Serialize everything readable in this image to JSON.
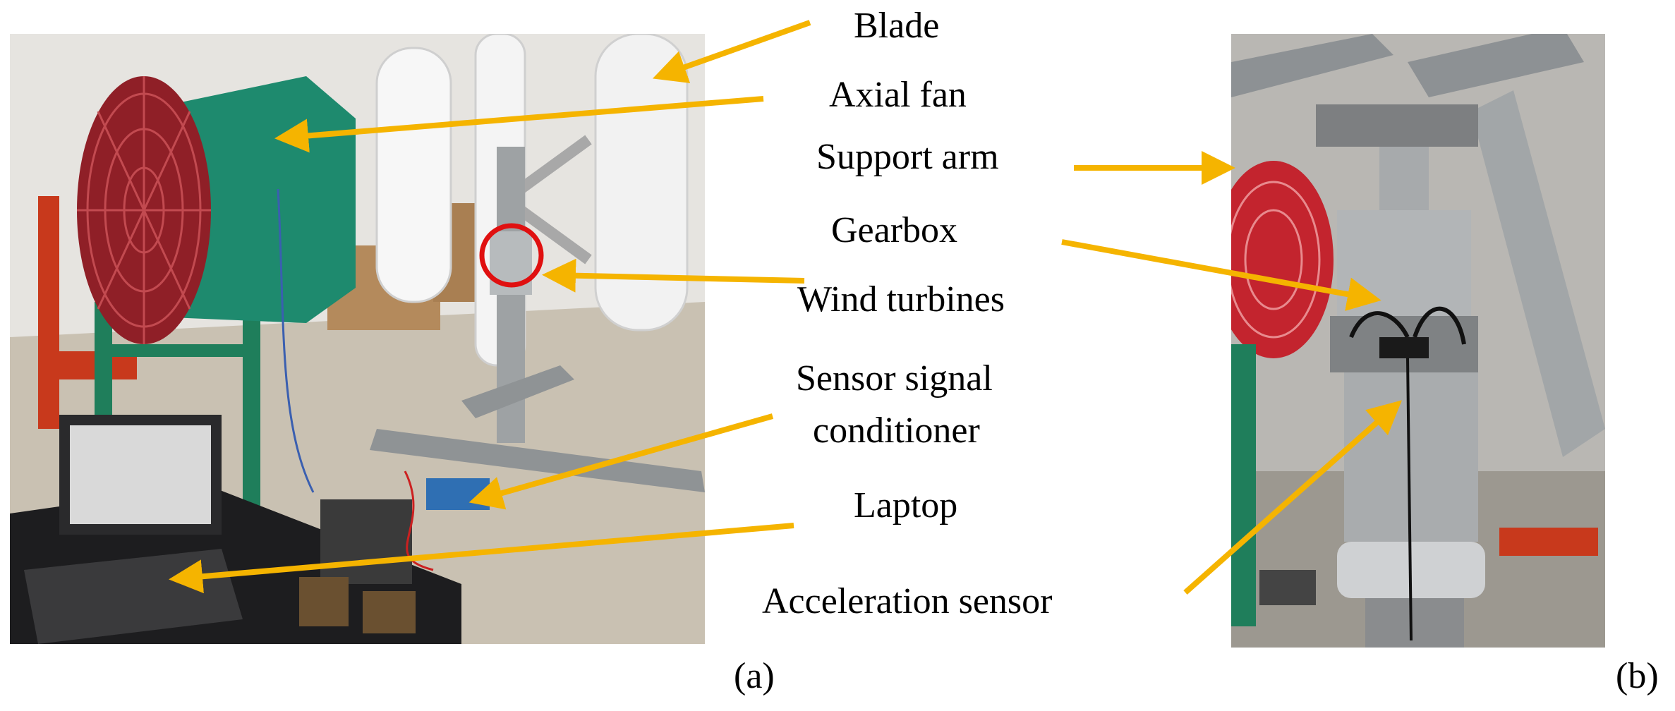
{
  "labels": {
    "blade": "Blade",
    "axial_fan": "Axial fan",
    "support_arm": "Support arm",
    "gearbox": "Gearbox",
    "wind_turbines": "Wind turbines",
    "sensor_line1": "Sensor signal",
    "sensor_line2": "conditioner",
    "laptop": "Laptop",
    "acceleration_sensor": "Acceleration sensor"
  },
  "panels": {
    "a": "(a)",
    "b": "(b)"
  },
  "colors": {
    "arrow": "#F5B400",
    "highlight_circle": "#E01010",
    "fan_housing": "#1E8A6E",
    "fan_grille": "#A0222C"
  }
}
